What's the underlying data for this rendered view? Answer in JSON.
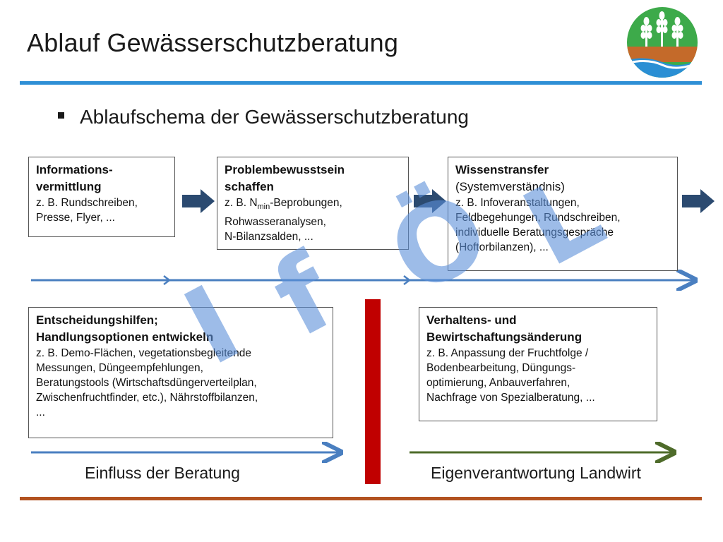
{
  "header": {
    "title": "Ablauf Gewässerschutzberatung"
  },
  "bullet": "Ablaufschema der Gewässerschutzberatung",
  "boxes": {
    "informationsvermittlung": {
      "title_l1": "Informations-",
      "title_l2": "vermittlung",
      "body_l1": "z. B. Rundschreiben,",
      "body_l2": "Presse, Flyer, ..."
    },
    "problembewusstsein": {
      "title_l1": "Problembewusstsein",
      "title_l2": "schaffen",
      "body_l1_pre": "z. B. N",
      "body_l1_sub": "min",
      "body_l1_post": "-Beprobungen,",
      "body_l2": "Rohwasseranalysen,",
      "body_l3": "N-Bilanzsalden, ..."
    },
    "wissenstransfer": {
      "title_l1": "Wissenstransfer",
      "title_l2": "(Systemverständnis)",
      "body_l1": "z. B. Infoveranstaltungen,",
      "body_l2": "Feldbegehungen, Rundschreiben,",
      "body_l3": "individuelle Beratungsgespräche",
      "body_l4": "(Hoftorbilanzen), ..."
    },
    "entscheidungshilfen": {
      "title_l1": "Entscheidungshilfen;",
      "title_l2": "Handlungsoptionen entwickeln",
      "body_l1": "z. B. Demo-Flächen, vegetationsbegleitende",
      "body_l2": "Messungen, Düngeempfehlungen,",
      "body_l3": "Beratungstools (Wirtschaftsdüngerverteilplan,",
      "body_l4": "Zwischenfruchtfinder, etc.), Nährstoffbilanzen,",
      "body_l5": "..."
    },
    "verhaltensaenderung": {
      "title_l1": "Verhaltens- und",
      "title_l2": "Bewirtschaftungsänderung",
      "body_l1": "z. B. Anpassung der Fruchtfolge /",
      "body_l2": "Bodenbearbeitung, Düngungs-",
      "body_l3": "optimierung, Anbauverfahren,",
      "body_l4": "Nachfrage von Spezialberatung, ..."
    }
  },
  "labels": {
    "left": "Einfluss der Beratung",
    "right": "Eigenverantwortung Landwirt"
  },
  "watermark": {
    "letters": [
      "I",
      "f",
      "Ö",
      "L"
    ]
  },
  "colors": {
    "title_rule": "#2e8fd6",
    "bottom_rule": "#b2521f",
    "block_arrow": "#2b4a70",
    "flow_line_blue": "#4a7fc0",
    "flow_line_green": "#4e6b2a",
    "red_bar": "#c00000",
    "watermark": "#5b8fd8",
    "logo_green": "#3daa4a",
    "logo_brown": "#c46a2a",
    "logo_blue": "#2a8fd4"
  }
}
